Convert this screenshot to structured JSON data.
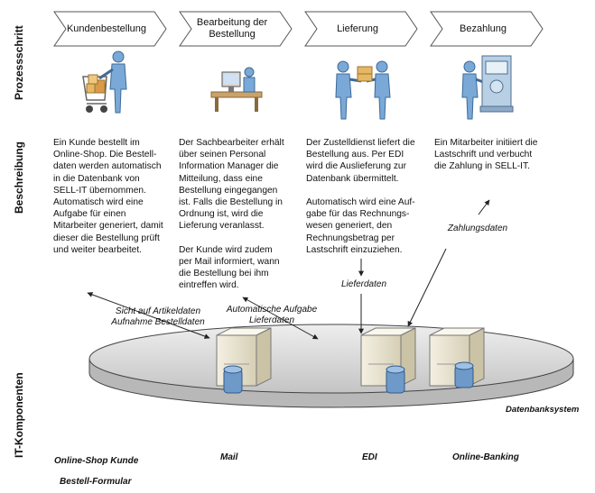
{
  "row_labels": {
    "process": "Prozessschritt",
    "description": "Beschreibung",
    "it": "IT-Komponenten"
  },
  "steps": [
    {
      "label": "Kundenbestellung"
    },
    {
      "label": "Bearbeitung der Bestellung"
    },
    {
      "label": "Lieferung"
    },
    {
      "label": "Bezahlung"
    }
  ],
  "descriptions": [
    "Ein Kunde bestellt im\nOnline-Shop. Die Bestell-\ndaten werden automatisch\nin die Datenbank von\nSELL-IT übernommen.\nAutomatisch wird eine\nAufgabe für einen\nMitarbeiter generiert, damit\ndieser die Bestellung prüft\nund weiter bearbeitet.",
    "Der Sachbearbeiter erhält\nüber seinen Personal\nInformation Manager die\nMitteilung, dass eine\nBestellung eingegangen\nist. Falls die Bestellung in\nOrdnung ist, wird die\nLieferung veranlasst.\n\nDer Kunde wird zudem\nper Mail informiert, wann\ndie Bestellung bei ihm\neintreffen wird.",
    "Der Zustelldienst liefert die\nBestellung aus. Per EDI\nwird die Auslieferung zur\nDatenbank übermittelt.\n\nAutomatisch wird eine Auf-\ngabe für das Rechnungs-\nwesen generiert, den\nRechnungsbetrag per\nLastschrift einzuziehen.",
    "Ein Mitarbeiter initiiert die\nLastschrift und verbucht\ndie Zahlung in SELL-IT."
  ],
  "flows": {
    "artikel": "Sicht auf Artikeldaten\nAufnahme Bestelldaten",
    "aufgabe": "Automatische Aufgabe\nLieferdaten",
    "lieferdaten": "Lieferdaten",
    "zahlungsdaten": "Zahlungsdaten"
  },
  "db_label": "Datenbanksystem",
  "it_components": {
    "shop": "Online-Shop Kunde",
    "formular": "Bestell-Formular",
    "mail": "Mail",
    "edi": "EDI",
    "banking": "Online-Banking"
  },
  "colors": {
    "chevron_fill": "#ffffff",
    "chevron_stroke": "#555555",
    "platform_fill": "#d9d9d9",
    "server_fill": "#ece7d6",
    "disk_fill": "#6f99c9",
    "figure_fill": "#7aa9d8"
  }
}
